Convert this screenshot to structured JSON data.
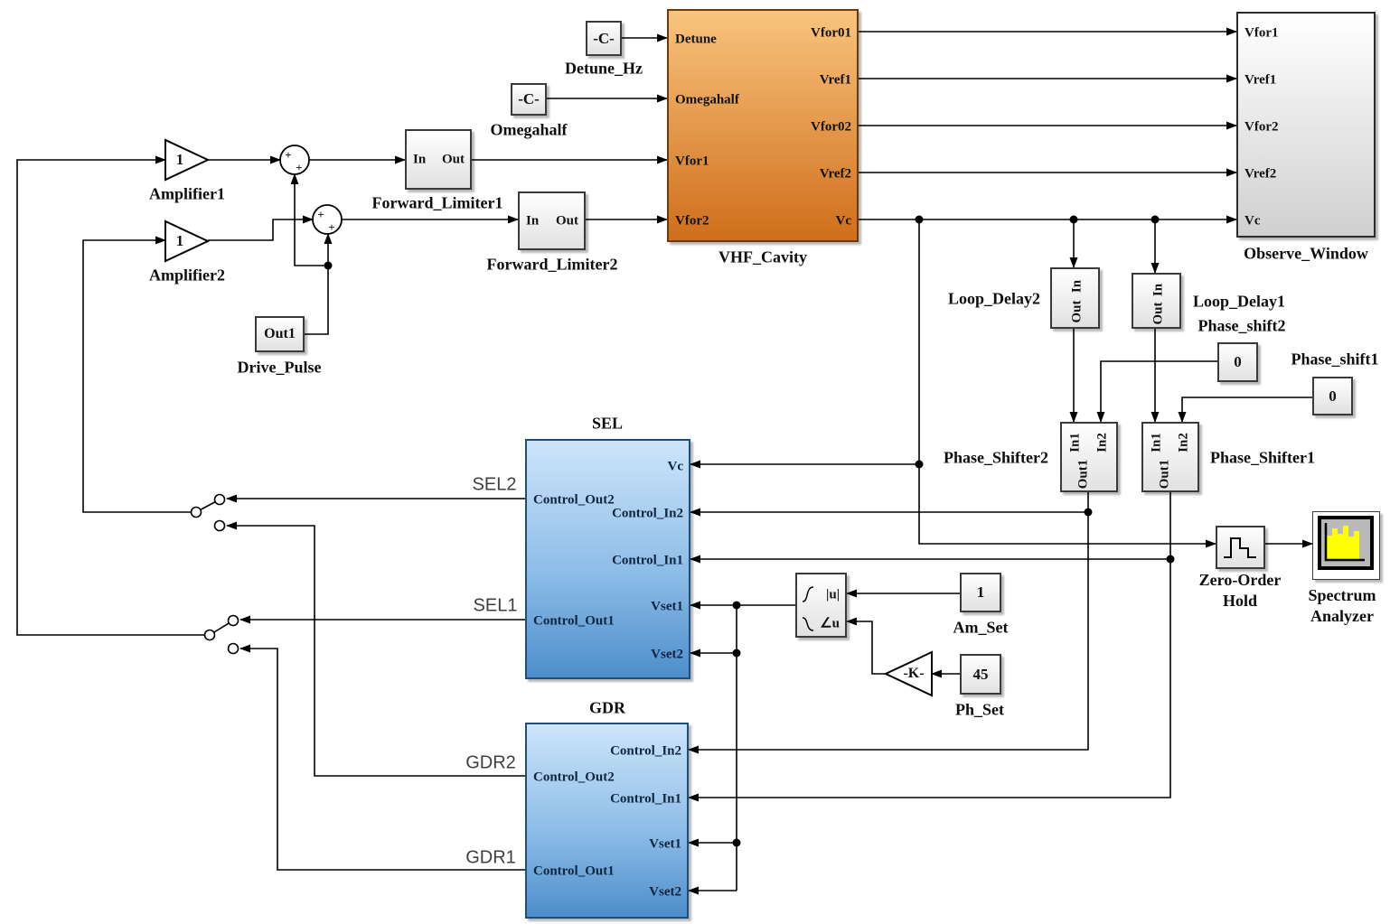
{
  "blocks": {
    "amplifier1": {
      "label": "Amplifier1",
      "value": "1"
    },
    "amplifier2": {
      "label": "Amplifier2",
      "value": "1"
    },
    "sum": {
      "plus": "+"
    },
    "forward_limiter1": {
      "label": "Forward_Limiter1",
      "in": "In",
      "out": "Out"
    },
    "forward_limiter2": {
      "label": "Forward_Limiter2",
      "in": "In",
      "out": "Out"
    },
    "drive_pulse": {
      "label": "Drive_Pulse",
      "port": "Out1"
    },
    "detune_hz": {
      "label": "Detune_Hz",
      "value": "-C-"
    },
    "omegahalf": {
      "label": "Omegahalf",
      "value": "-C-"
    },
    "vhf_cavity": {
      "label": "VHF_Cavity",
      "inputs": [
        "Detune",
        "Omegahalf",
        "Vfor1",
        "Vfor2"
      ],
      "outputs": [
        "Vfor01",
        "Vref1",
        "Vfor02",
        "Vref2",
        "Vc"
      ]
    },
    "observe_window": {
      "label": "Observe_Window",
      "inputs": [
        "Vfor1",
        "Vref1",
        "Vfor2",
        "Vref2",
        "Vc"
      ]
    },
    "loop_delay2": {
      "label": "Loop_Delay2",
      "in": "In",
      "out": "Out"
    },
    "loop_delay1": {
      "label": "Loop_Delay1",
      "in": "In",
      "out": "Out"
    },
    "phase_shift2": {
      "label": "Phase_shift2",
      "value": "0"
    },
    "phase_shift1": {
      "label": "Phase_shift1",
      "value": "0"
    },
    "phase_shifter2": {
      "label": "Phase_Shifter2",
      "in1": "In1",
      "in2": "In2",
      "out1": "Out1"
    },
    "phase_shifter1": {
      "label": "Phase_Shifter1",
      "in1": "In1",
      "in2": "In2",
      "out1": "Out1"
    },
    "sel": {
      "label": "SEL",
      "right_ports": [
        "Vc",
        "Control_In2",
        "Control_In1",
        "Vset1",
        "Vset2"
      ],
      "left_ports": [
        "Control_Out2",
        "Control_Out1"
      ]
    },
    "gdr": {
      "label": "GDR",
      "right_ports": [
        "Control_In2",
        "Control_In1",
        "Vset1",
        "Vset2"
      ],
      "left_ports": [
        "Control_Out2",
        "Control_Out1"
      ]
    },
    "mag_angle_to_complex": {
      "mag": "|u|",
      "angle": "∠u"
    },
    "am_set": {
      "label": "Am_Set",
      "value": "1"
    },
    "ph_set": {
      "label": "Ph_Set",
      "value": "45"
    },
    "gain": {
      "value": "-K-"
    },
    "zero_order_hold": {
      "label": "Zero-Order\nHold"
    },
    "spectrum_analyzer": {
      "label": "Spectrum\nAnalyzer"
    }
  },
  "signal_labels": {
    "sel2": "SEL2",
    "sel1": "SEL1",
    "gdr2": "GDR2",
    "gdr1": "GDR1"
  },
  "colors": {
    "cavity_top": "#f9c47e",
    "cavity_bottom": "#cf6e1b",
    "subsystem_top": "#cde5fa",
    "subsystem_bottom": "#4d8ecb",
    "analyzer_bars": "#ffff00",
    "wire": "#000000"
  }
}
